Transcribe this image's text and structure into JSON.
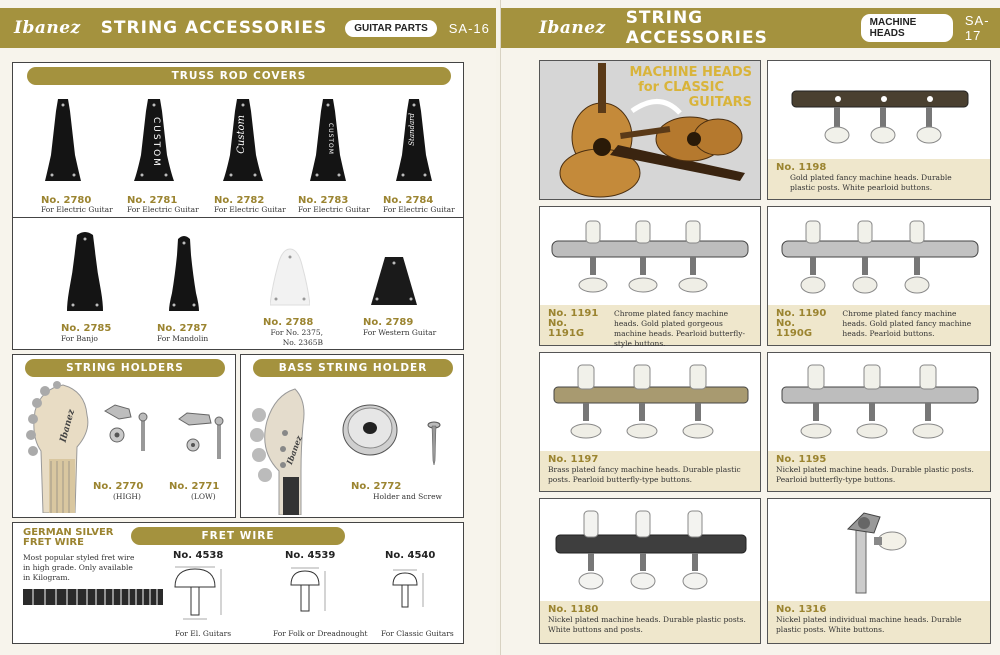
{
  "left": {
    "header": {
      "brand": "Ibanez",
      "title": "STRING ACCESSORIES",
      "tag": "GUITAR PARTS",
      "page": "SA-16"
    },
    "truss": {
      "title": "TRUSS ROD COVERS",
      "row1": [
        {
          "no": "No. 2780",
          "desc": "For Electric Guitar",
          "text": ""
        },
        {
          "no": "No. 2781",
          "desc": "For Electric Guitar",
          "text": "CUSTOM"
        },
        {
          "no": "No. 2782",
          "desc": "For Electric Guitar",
          "text": "Custom"
        },
        {
          "no": "No. 2783",
          "desc": "For Electric Guitar",
          "text": "CUSTOM"
        },
        {
          "no": "No. 2784",
          "desc": "For Electric Guitar",
          "text": "Standard"
        }
      ],
      "row2": [
        {
          "no": "No. 2785",
          "desc": "For Banjo"
        },
        {
          "no": "No. 2787",
          "desc": "For Mandolin"
        },
        {
          "no": "No. 2788",
          "desc": "For No. 2375, No. 2365B"
        },
        {
          "no": "No. 2789",
          "desc": "For Western Guitar"
        }
      ]
    },
    "string_holders": {
      "title": "STRING HOLDERS",
      "items": [
        {
          "no": "No. 2770",
          "desc": "(HIGH)"
        },
        {
          "no": "No. 2771",
          "desc": "(LOW)"
        }
      ],
      "headstock_brand": "Ibanez"
    },
    "bass_holder": {
      "title": "BASS STRING HOLDER",
      "no": "No. 2772",
      "desc": "Holder and Screw",
      "headstock_brand": "Ibanez"
    },
    "fret": {
      "side_title_1": "GERMAN SILVER",
      "side_title_2": "FRET WIRE",
      "title": "FRET WIRE",
      "desc_1": "Most popular styled fret wire",
      "desc_2": "in high grade.  Only available",
      "desc_3": "in Kilogram.",
      "items": [
        {
          "no": "No. 4538",
          "desc": "For El. Guitars"
        },
        {
          "no": "No. 4539",
          "desc": "For Folk or Dreadnought"
        },
        {
          "no": "No. 4540",
          "desc": "For Classic Guitars"
        }
      ]
    }
  },
  "right": {
    "header": {
      "brand": "Ibanez",
      "title": "STRING ACCESSORIES",
      "tag": "MACHINE HEADS",
      "page": "SA-17"
    },
    "hero": {
      "line1": "MACHINE HEADS",
      "line2": "for CLASSIC",
      "line3": "GUITARS"
    },
    "items": [
      {
        "nos": [
          "No. 1198"
        ],
        "desc": "Gold plated fancy machine heads.  Durable plastic posts. White pearloid buttons."
      },
      {
        "nos": [
          "No. 1191",
          "No. 1191G"
        ],
        "desc": "Chrome plated fancy machine heads. Gold plated gorgeous machine heads. Pearloid butterfly-style buttons."
      },
      {
        "nos": [
          "No. 1190",
          "No. 1190G"
        ],
        "desc": "Chrome plated fancy machine heads. Gold plated fancy machine heads. Pearloid buttons."
      },
      {
        "nos": [
          "No. 1197"
        ],
        "desc": "Brass plated fancy machine heads.  Durable plastic posts. Pearloid butterfly-type buttons."
      },
      {
        "nos": [
          "No. 1195"
        ],
        "desc": "Nickel plated machine heads.  Durable plastic posts. Pearloid butterfly-type buttons."
      },
      {
        "nos": [
          "No. 1180"
        ],
        "desc": "Nickel plated machine heads.  Durable plastic posts. White buttons and posts."
      },
      {
        "nos": [
          "No. 1316"
        ],
        "desc": "Nickel plated individual machine heads.  Durable plastic posts.  White buttons."
      }
    ]
  },
  "colors": {
    "accent": "#a4923e",
    "number": "#9b8430",
    "caption_bg": "#efe7cc"
  }
}
